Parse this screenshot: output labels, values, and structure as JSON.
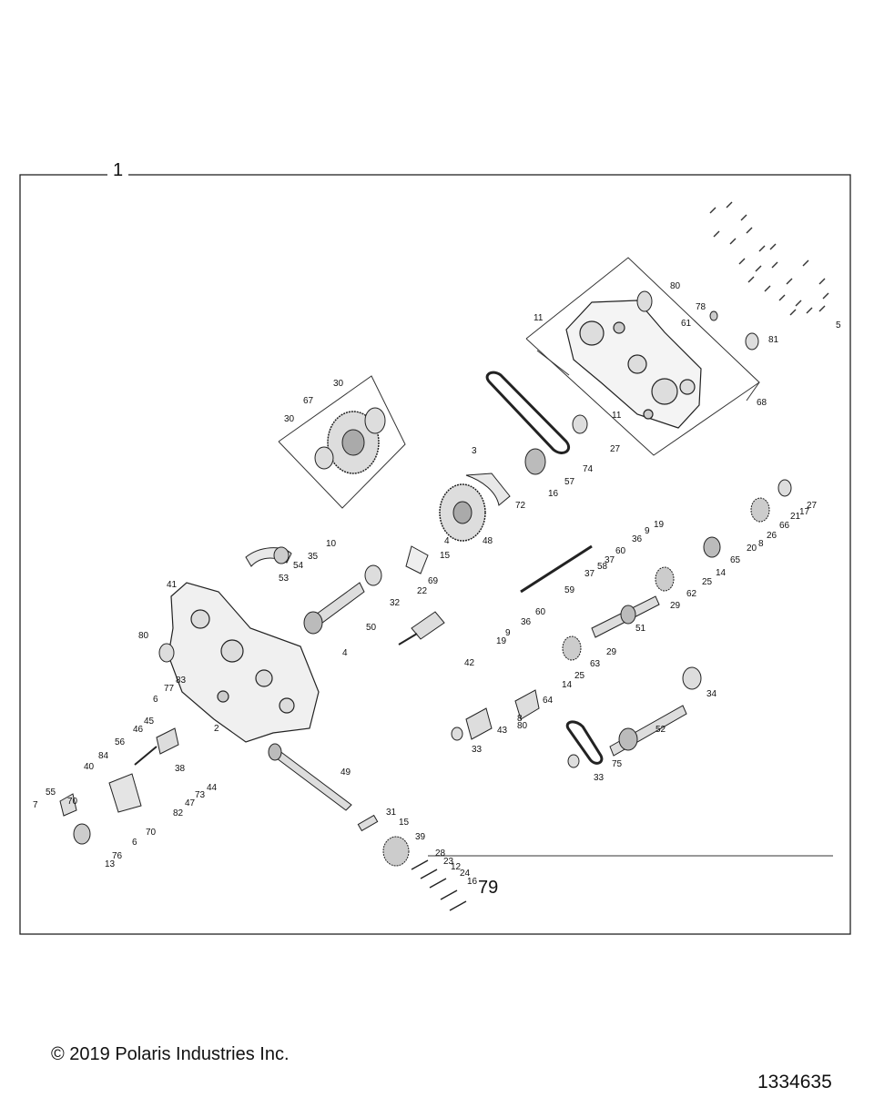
{
  "frame_label": "1",
  "footer": {
    "copyright": "© 2019 Polaris Industries Inc.",
    "diagram_number": "1334635"
  },
  "callouts": [
    "1",
    "2",
    "3",
    "4",
    "4",
    "5",
    "6",
    "6",
    "7",
    "8",
    "8",
    "9",
    "9",
    "10",
    "11",
    "11",
    "12",
    "13",
    "14",
    "14",
    "15",
    "15",
    "16",
    "16",
    "17",
    "19",
    "19",
    "20",
    "21",
    "22",
    "23",
    "24",
    "25",
    "25",
    "26",
    "27",
    "27",
    "28",
    "29",
    "29",
    "30",
    "30",
    "31",
    "32",
    "33",
    "33",
    "34",
    "35",
    "36",
    "36",
    "37",
    "37",
    "38",
    "39",
    "40",
    "41",
    "42",
    "43",
    "44",
    "45",
    "46",
    "47",
    "48",
    "49",
    "50",
    "51",
    "52",
    "53",
    "54",
    "55",
    "56",
    "57",
    "58",
    "59",
    "60",
    "60",
    "61",
    "62",
    "63",
    "64",
    "65",
    "66",
    "67",
    "68",
    "69",
    "70",
    "70",
    "72",
    "73",
    "74",
    "75",
    "76",
    "77",
    "78",
    "79",
    "80",
    "80",
    "81",
    "82",
    "83",
    "84"
  ]
}
